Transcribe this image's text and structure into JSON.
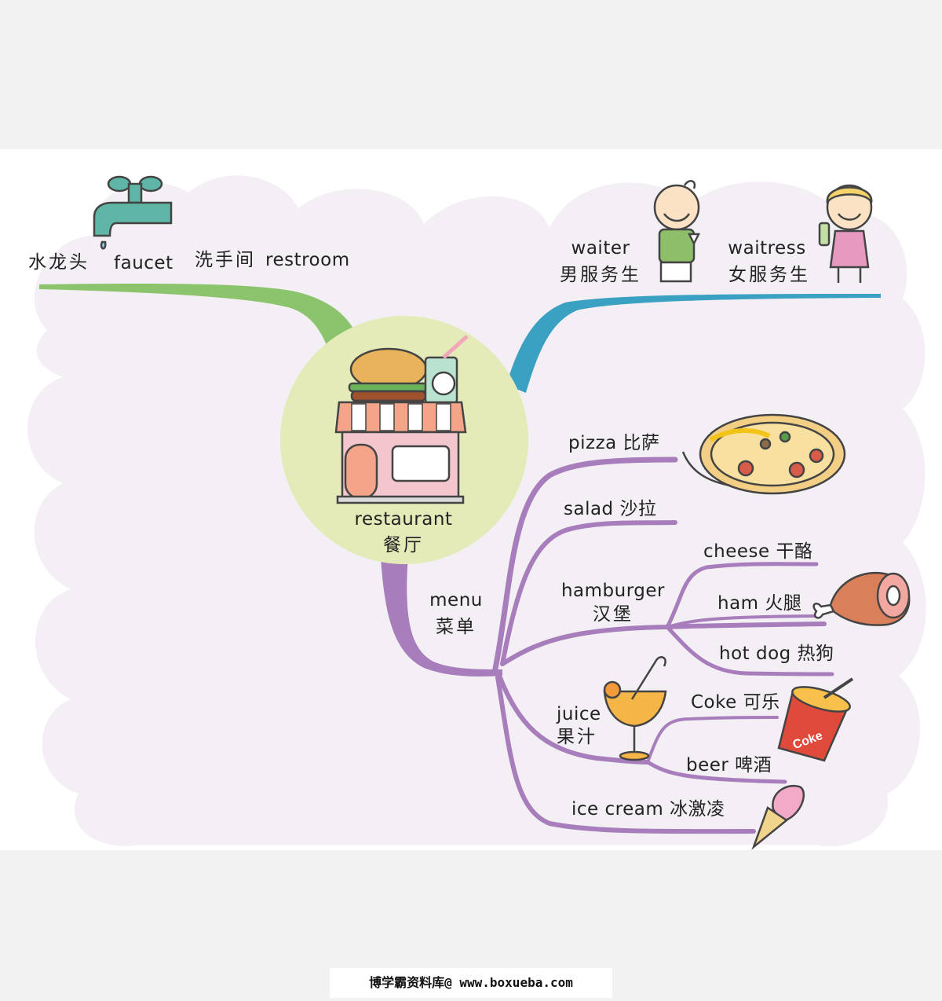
{
  "colors": {
    "page_bg": "#f2f2f3",
    "panel_bg": "#ffffff",
    "cloud": "#f3eff5",
    "center_circle": "#e4ebb8",
    "branch_restroom": "#8cc46e",
    "branch_staff": "#3aa1c2",
    "branch_menu": "#a77dbb"
  },
  "center": {
    "en": "restaurant",
    "zh": "餐厅"
  },
  "restroom": {
    "faucet_zh": "水龙头",
    "faucet_en": "faucet",
    "restroom_zh": "洗手间",
    "restroom_en": "restroom"
  },
  "staff": {
    "waiter_en": "waiter",
    "waiter_zh": "男服务生",
    "waitress_en": "waitress",
    "waitress_zh": "女服务生"
  },
  "menu": {
    "label_en": "menu",
    "label_zh": "菜单",
    "pizza": "pizza 比萨",
    "salad": "salad 沙拉",
    "hamburger_en": "hamburger",
    "hamburger_zh": "汉堡",
    "cheese": "cheese 干酪",
    "ham": "ham 火腿",
    "hotdog": "hot dog 热狗",
    "juice_en": "juice",
    "juice_zh": "果汁",
    "coke": "Coke 可乐",
    "coke_cup_text": "Coke",
    "beer": "beer 啤酒",
    "icecream": "ice cream 冰激凌"
  },
  "icons": [
    "faucet-icon",
    "restaurant-building-icon",
    "waiter-icon",
    "waitress-icon",
    "pizza-icon",
    "ham-icon",
    "cocktail-icon",
    "coke-cup-icon",
    "ice-cream-icon"
  ],
  "footer": "博学霸资料库@ www.boxueba.com"
}
